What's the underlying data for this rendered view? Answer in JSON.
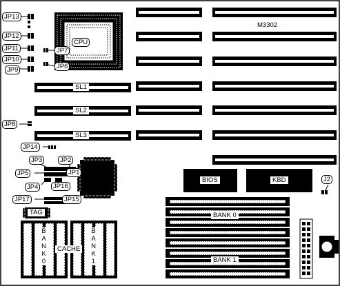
{
  "board": {
    "model": "M3302",
    "cpu": "CPU",
    "bios": "BIOS",
    "kbd": "KBD",
    "tag": "TAG",
    "cache": "CACHE",
    "bank0": "BANK 0",
    "bank1": "BANK 1",
    "bank0_vertical": "BANK0",
    "bank1_vertical": "BANK1",
    "slots": {
      "sl1": "SL1",
      "sl2": "SL2",
      "sl3": "SL3"
    }
  },
  "jumpers": {
    "jp1": "JP1",
    "jp2": "JP2",
    "jp3": "JP3",
    "jp4": "JP4",
    "jp5": "JP5",
    "jp6": "JP6",
    "jp7": "JP7",
    "jp8": "JP8",
    "jp9": "JP9",
    "jp10": "JP10",
    "jp11": "JP11",
    "jp12": "JP12",
    "jp13": "JP13",
    "jp14": "JP14",
    "jp15": "JP15",
    "jp16": "JP16",
    "jp17": "JP17",
    "j2": "J2"
  }
}
